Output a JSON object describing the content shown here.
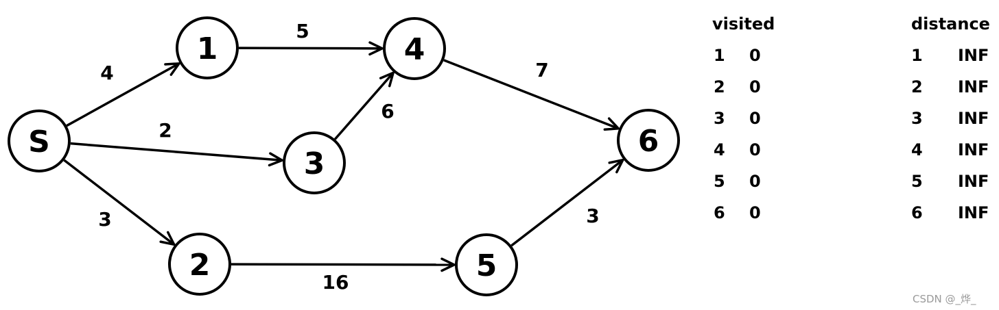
{
  "graph": {
    "nodes": [
      {
        "id": "S",
        "label": "S"
      },
      {
        "id": "1",
        "label": "1"
      },
      {
        "id": "2",
        "label": "2"
      },
      {
        "id": "3",
        "label": "3"
      },
      {
        "id": "4",
        "label": "4"
      },
      {
        "id": "5",
        "label": "5"
      },
      {
        "id": "6",
        "label": "6"
      }
    ],
    "edges": [
      {
        "from": "S",
        "to": "1",
        "weight": "4"
      },
      {
        "from": "S",
        "to": "3",
        "weight": "2"
      },
      {
        "from": "S",
        "to": "2",
        "weight": "3"
      },
      {
        "from": "1",
        "to": "4",
        "weight": "5"
      },
      {
        "from": "3",
        "to": "4",
        "weight": "6"
      },
      {
        "from": "4",
        "to": "6",
        "weight": "7"
      },
      {
        "from": "2",
        "to": "5",
        "weight": "16"
      },
      {
        "from": "5",
        "to": "6",
        "weight": "3"
      }
    ]
  },
  "visited_table": {
    "header": "visited",
    "rows": [
      {
        "node": "1",
        "value": "0"
      },
      {
        "node": "2",
        "value": "0"
      },
      {
        "node": "3",
        "value": "0"
      },
      {
        "node": "4",
        "value": "0"
      },
      {
        "node": "5",
        "value": "0"
      },
      {
        "node": "6",
        "value": "0"
      }
    ]
  },
  "distance_table": {
    "header": "distance",
    "rows": [
      {
        "node": "1",
        "value": "INF"
      },
      {
        "node": "2",
        "value": "INF"
      },
      {
        "node": "3",
        "value": "INF"
      },
      {
        "node": "4",
        "value": "INF"
      },
      {
        "node": "5",
        "value": "INF"
      },
      {
        "node": "6",
        "value": "INF"
      }
    ]
  },
  "watermark": "CSDN @_烨_"
}
